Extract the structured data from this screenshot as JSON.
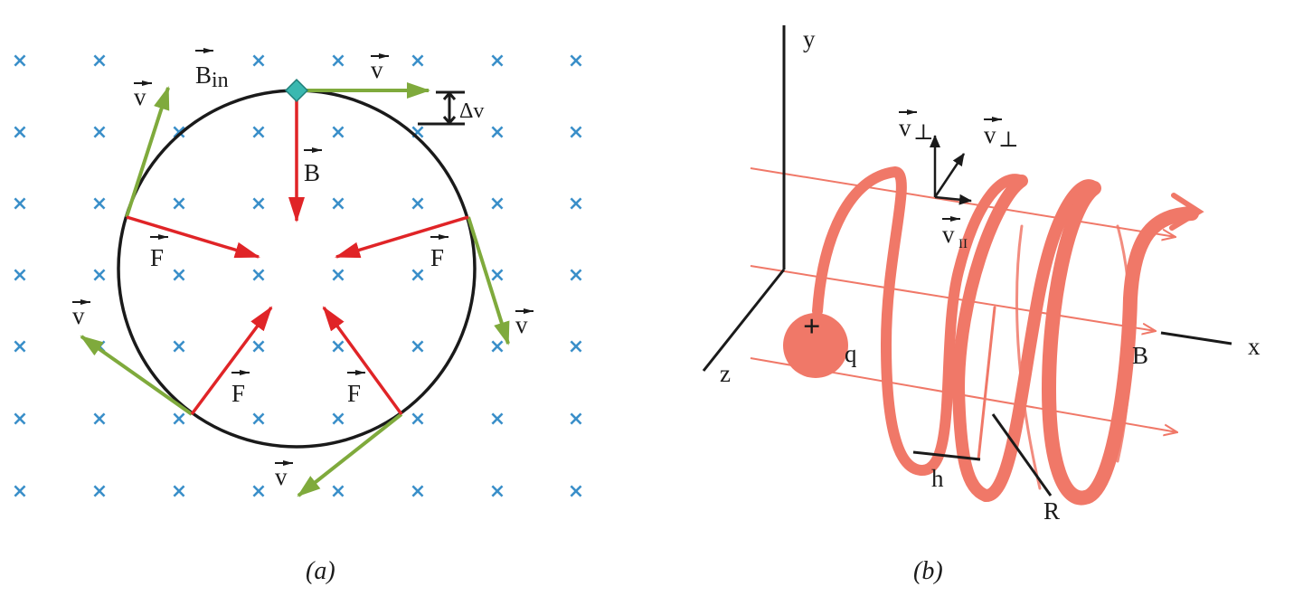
{
  "colors": {
    "field_x": "#3a8fc9",
    "velocity": "#7faa3c",
    "force": "#e02427",
    "orbit": "#1a1a1a",
    "helix": "#f07868",
    "particle_a": "#3ab8b0"
  },
  "panel_a": {
    "caption": "(a)",
    "field_symbol": "×",
    "labels": {
      "b_in": "B",
      "b_in_sub": "in",
      "b": "B",
      "delta_v": "Δv",
      "v": "v",
      "f": "F"
    }
  },
  "panel_b": {
    "caption": "(b)",
    "labels": {
      "axis_x": "x",
      "axis_y": "y",
      "axis_z": "z",
      "charge_sign": "+",
      "charge": "q",
      "b": "B",
      "h": "h",
      "r": "R",
      "v_perp": "v",
      "perp_sub": "⊥",
      "v_par": "v",
      "par_sub": "II"
    }
  }
}
